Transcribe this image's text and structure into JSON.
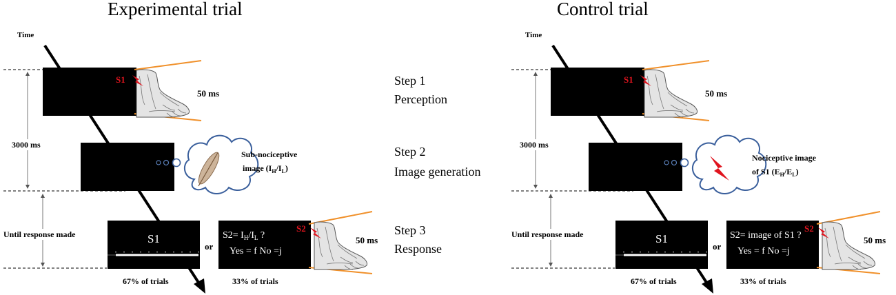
{
  "panels": {
    "experimental": {
      "title": "Experimental trial",
      "time_label": "Time",
      "duration_label": "3000 ms",
      "until_label": "Until response made",
      "s1_label": "S1",
      "s1_duration": "50 ms",
      "image_label_line1": "Sub-nociceptive",
      "image_label_line2": "image (I",
      "image_sub_h": "H",
      "image_sep": "/I",
      "image_sub_l": "L",
      "image_close": ")",
      "response_s1": "S1",
      "or_label": "or",
      "s2_question_prefix": "S2= I",
      "s2_sub_h": "H",
      "s2_sep": "/I",
      "s2_sub_l": "L",
      "s2_question_suffix": " ?",
      "s2_answer": "Yes = f  No =j",
      "s2_label": "S2",
      "s2_duration": "50 ms",
      "pct_left": "67% of trials",
      "pct_right": "33% of trials"
    },
    "control": {
      "title": "Control trial",
      "time_label": "Time",
      "duration_label": "3000 ms",
      "until_label": "Until response made",
      "s1_label": "S1",
      "s1_duration": "50 ms",
      "image_label_line1": "Nociceptive image",
      "image_label_line2": "of S1 (E",
      "image_sub_h": "H",
      "image_sep": "/E",
      "image_sub_l": "L",
      "image_close": ")",
      "response_s1": "S1",
      "or_label": "or",
      "s2_question": "S2= image of S1 ?",
      "s2_answer": "Yes = f  No =j",
      "s2_label": "S2",
      "s2_duration": "50 ms",
      "pct_left": "67% of trials",
      "pct_right": "33% of trials"
    }
  },
  "steps": [
    {
      "name": "Step 1",
      "desc": "Perception"
    },
    {
      "name": "Step 2",
      "desc": "Image generation"
    },
    {
      "name": "Step 3",
      "desc": "Response"
    }
  ],
  "colors": {
    "screen": "#000000",
    "stimulus_red": "#e0141e",
    "orange_lines": "#f0902a",
    "cloud_stroke": "#3a5f9c",
    "bubble": "#5a7fb8"
  }
}
